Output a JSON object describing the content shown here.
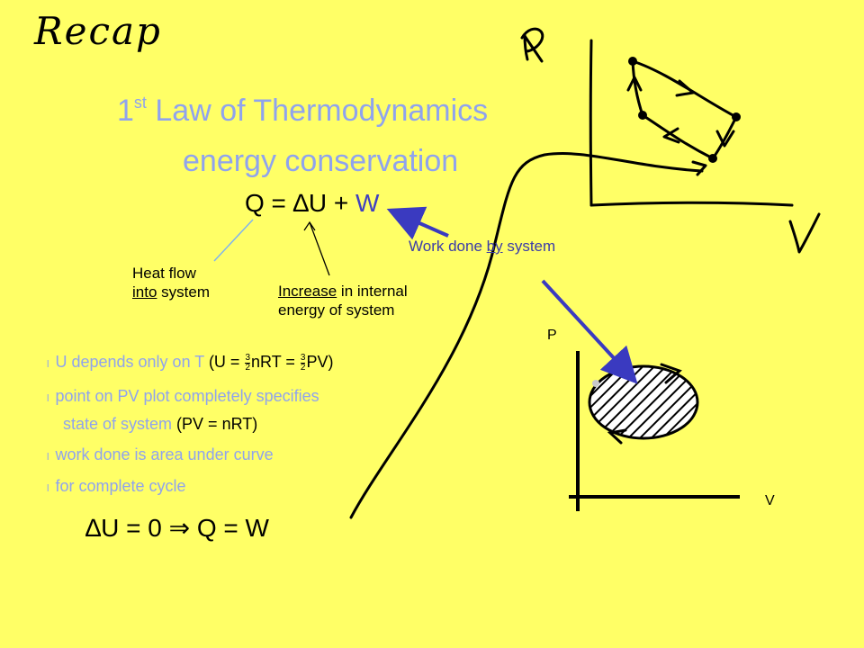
{
  "heading": {
    "recap": "Recap"
  },
  "title": {
    "line1_prefix": "1",
    "line1_sup": "st",
    "line1_rest": "Law of Thermodynamics",
    "line2": "energy conservation"
  },
  "equation": {
    "lhs": "Q = ",
    "delta": "∆",
    "mid": "U + ",
    "w": "W"
  },
  "labels": {
    "work_before": "Work done ",
    "work_by": "by",
    "work_after": " system",
    "heat_line1": "Heat flow",
    "heat_into": "into",
    "heat_after": " system",
    "incr_word": "Increase",
    "incr_rest": " in internal",
    "incr_line2": "energy of system"
  },
  "bullets": {
    "marker": "l",
    "b1_text": "U depends only on T",
    "b1_formula_open": " (U = ",
    "b1_frac_num": "3",
    "b1_frac_den": "2",
    "b1_formula_mid": "nRT = ",
    "b1_formula_end": "PV)",
    "b2_text": "point on PV plot completely specifies",
    "b3_text": "state of system",
    "b3_formula": " (PV = nRT)",
    "b4_text": "work done is area under curve",
    "b5_text": "for complete cycle"
  },
  "result_equation": "∆U = 0  ⇒  Q = W",
  "plot_small": {
    "p_label": "P",
    "v_label": "V"
  },
  "plot_hand": {
    "p_label": "P",
    "v_label": "V"
  },
  "colors": {
    "background": "#ffff66",
    "title_blue": "#8fa3ee",
    "arrow_blue": "#3a3ac0",
    "label_navy": "#3c3ca8"
  }
}
